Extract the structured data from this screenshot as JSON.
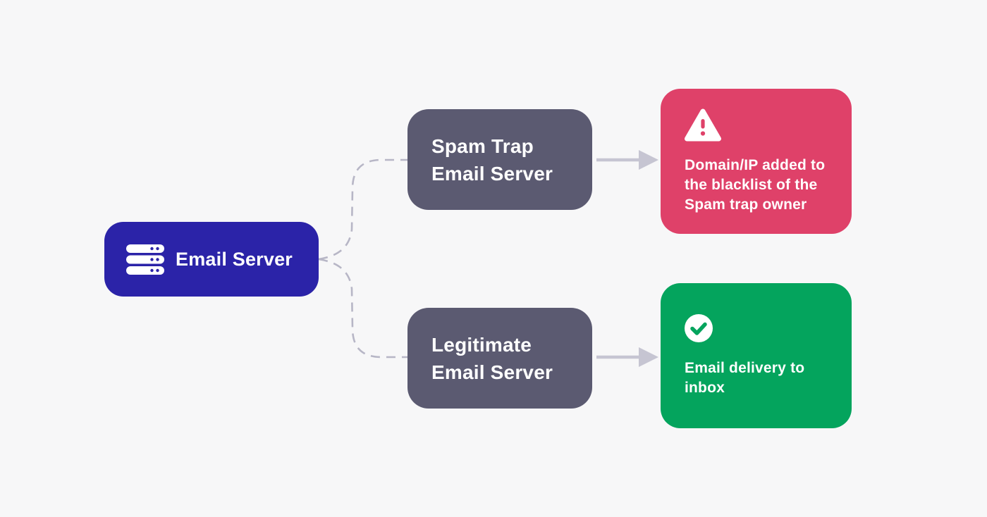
{
  "diagram": {
    "background_color": "#f7f7f8",
    "nodes": {
      "email_server": {
        "label": "Email Server",
        "color": "#2b23a8",
        "text_color": "#ffffff",
        "icon": "server-stack-icon"
      },
      "spam_trap_server": {
        "lines": {
          "0": "Spam Trap",
          "1": "Email Server"
        },
        "color": "#5b5a71",
        "text_color": "#ffffff"
      },
      "legitimate_server": {
        "lines": {
          "0": "Legitimate",
          "1": "Email Server"
        },
        "color": "#5b5a71",
        "text_color": "#ffffff"
      },
      "blacklist_outcome": {
        "lines": {
          "0": "Domain/IP added to",
          "1": "the blacklist of the",
          "2": "Spam trap owner"
        },
        "color": "#df4169",
        "text_color": "#ffffff",
        "icon": "warning-triangle-icon"
      },
      "inbox_outcome": {
        "lines": {
          "0": "Email delivery to",
          "1": "inbox"
        },
        "color": "#04a45d",
        "text_color": "#ffffff",
        "icon": "check-circle-icon"
      }
    },
    "connectors": {
      "dashed_line_color": "#b7b6c6",
      "arrow_color": "#c6c5d2"
    }
  }
}
